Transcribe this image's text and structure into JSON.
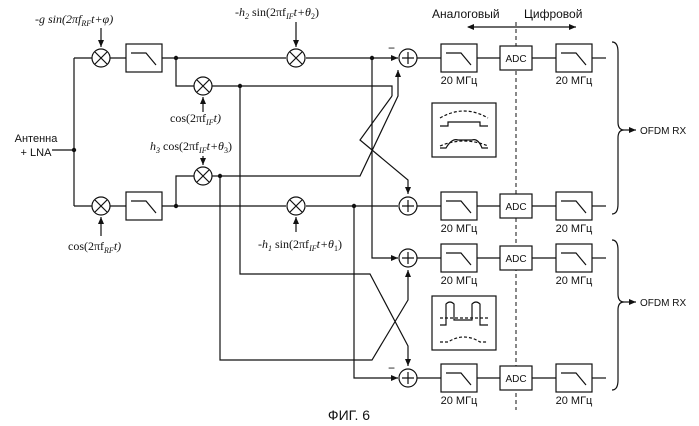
{
  "figure": {
    "caption": "ФИГ. 6",
    "input_label": "Антенна\n+ LNA",
    "analog_label": "Аналоговый",
    "digital_label": "Цифровой",
    "filter_label": "20 МГц",
    "adc_label": "ADC",
    "output_label": "OFDM RX"
  },
  "equations": {
    "lo_top": {
      "text": "-g sin(2πf",
      "sub": "RF",
      "tail": "t+φ)"
    },
    "lo_bottom": {
      "text": "cos(2πf",
      "sub": "RF",
      "tail": "t)"
    },
    "if_cos": {
      "text": "cos(2πf",
      "sub": "IF",
      "tail": "t)"
    },
    "h2": {
      "text": "-h",
      "sub": "2",
      "mid": " sin(2πf",
      "sub2": "IF",
      "tail": "t+θ",
      "sub3": "2",
      "end": ")"
    },
    "h3": {
      "text": "h",
      "sub": "3",
      "mid": " cos(2πf",
      "sub2": "IF",
      "tail": "t+θ",
      "sub3": "3",
      "end": ")"
    },
    "h1": {
      "text": "-h",
      "sub": "1",
      "mid": " sin(2πf",
      "sub2": "IF",
      "tail": "t+θ",
      "sub3": "1",
      "end": ")"
    }
  },
  "signs": {
    "minus": "−",
    "plus": "+"
  },
  "icons": [
    "mixer-icon",
    "summer-icon",
    "lowpass-filter-icon",
    "spectrum-icon"
  ]
}
